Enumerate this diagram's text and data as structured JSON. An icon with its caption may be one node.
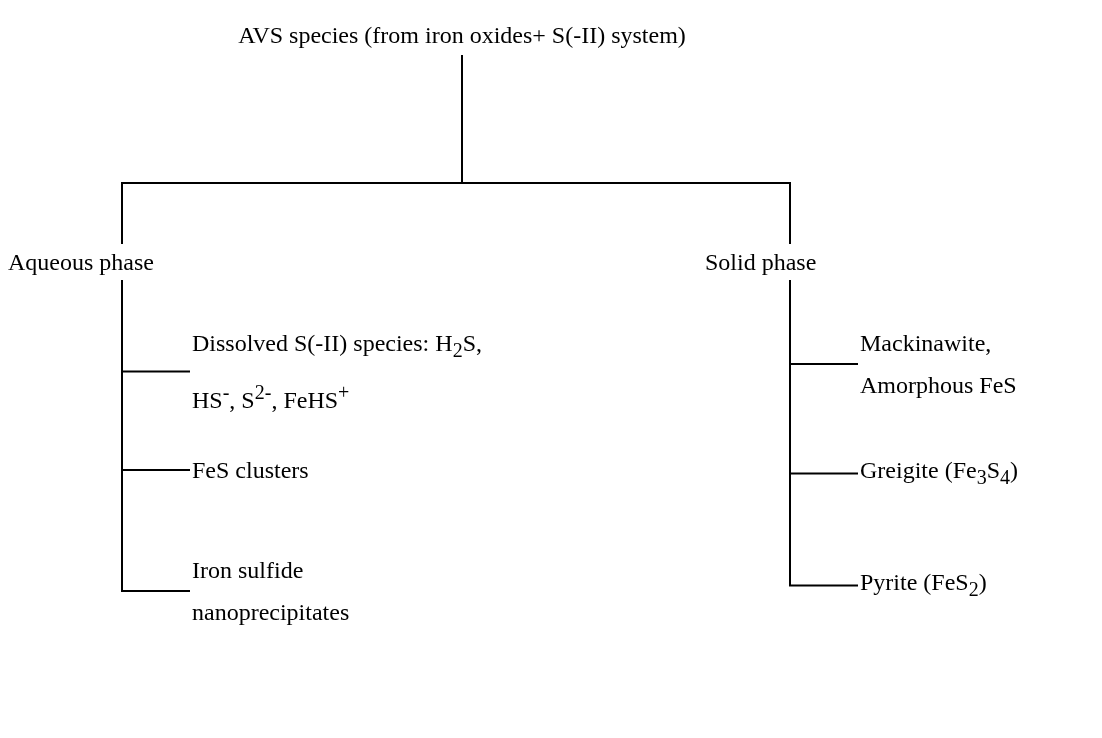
{
  "diagram": {
    "nodes": [
      {
        "text": [
          "AVS species (from iron oxides+ S(-II) system)"
        ]
      },
      {
        "text": [
          "Aqueous phase"
        ]
      },
      {
        "text": [
          "Solid phase"
        ]
      },
      {
        "text": [
          "Dissolved S(-II) species: H$_{2}$S, HS$^{-}$, S$^{2-}$, FeHS$^{+}$"
        ]
      },
      {
        "text": [
          "FeS clusters"
        ]
      },
      {
        "text": [
          "Iron sulfide nanoprecipitates"
        ]
      },
      {
        "text": [
          "Mackinawite, Amorphous FeS"
        ]
      },
      {
        "text": [
          "Greigite (Fe$_{3}$S$_{4}$)"
        ]
      },
      {
        "text": [
          "Pyrite (FeS$_{2}$)"
        ]
      }
    ],
    "edges": [
      {
        "from": 0,
        "to": 1,
        "arrow": "none"
      },
      {
        "from": 0,
        "to": 2,
        "arrow": "none"
      },
      {
        "from": 1,
        "to": 3,
        "arrow": "none"
      },
      {
        "from": 1,
        "to": 4,
        "arrow": "none"
      },
      {
        "from": 1,
        "to": 5,
        "arrow": "none"
      },
      {
        "from": 2,
        "to": 6,
        "arrow": "none"
      },
      {
        "from": 2,
        "to": 7,
        "arrow": "none"
      },
      {
        "from": 2,
        "to": 8,
        "arrow": "none"
      }
    ]
  }
}
